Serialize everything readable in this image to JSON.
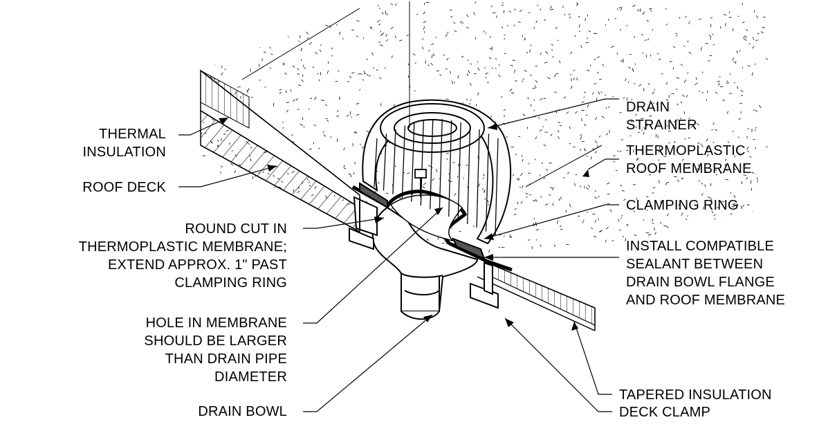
{
  "diagram": {
    "colors": {
      "ink": "#000000",
      "paper": "#ffffff",
      "membrane": "#000000"
    },
    "labels": {
      "thermal_insulation": [
        "THERMAL",
        "INSULATION"
      ],
      "roof_deck": [
        "ROOF DECK"
      ],
      "round_cut": [
        "ROUND CUT IN",
        "THERMOPLASTIC MEMBRANE;",
        "EXTEND APPROX. 1\" PAST",
        "CLAMPING RING"
      ],
      "hole_in_membrane": [
        "HOLE IN MEMBRANE",
        "SHOULD BE LARGER",
        "THAN DRAIN PIPE",
        "DIAMETER"
      ],
      "drain_bowl": [
        "DRAIN BOWL"
      ],
      "drain_strainer": [
        "DRAIN",
        "STRAINER"
      ],
      "thermoplastic_roof_membrane": [
        "THERMOPLASTIC",
        "ROOF MEMBRANE"
      ],
      "clamping_ring": [
        "CLAMPING RING"
      ],
      "install_sealant": [
        "INSTALL COMPATIBLE",
        "SEALANT BETWEEN",
        "DRAIN BOWL FLANGE",
        "AND ROOF MEMBRANE"
      ],
      "tapered_insulation": [
        "TAPERED INSULATION"
      ],
      "deck_clamp": [
        "DECK CLAMP"
      ]
    }
  }
}
